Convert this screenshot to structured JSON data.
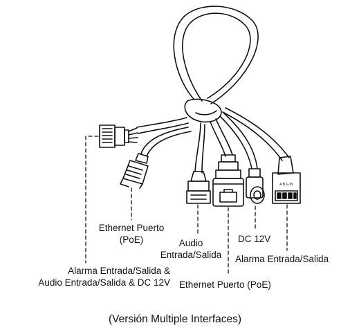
{
  "labels": {
    "ethernet_left_line1": "Ethernet Puerto",
    "ethernet_left_line2": "(PoE)",
    "audio_line1": "Audio",
    "audio_line2": "Entrada/Salida",
    "dc": "DC 12V",
    "alarm_right": "Alarma Entrada/Salida",
    "alarm_combo_line1": "Alarma Entrada/Salida &",
    "alarm_combo_line2": "Audio Entrada/Salida & DC 12V",
    "ethernet_bottom": "Ethernet Puerto (PoE)",
    "terminal_pins": "A B G IN"
  },
  "caption": "(Versión Multiple Interfaces)",
  "colors": {
    "line": "#111111",
    "background": "#ffffff"
  }
}
